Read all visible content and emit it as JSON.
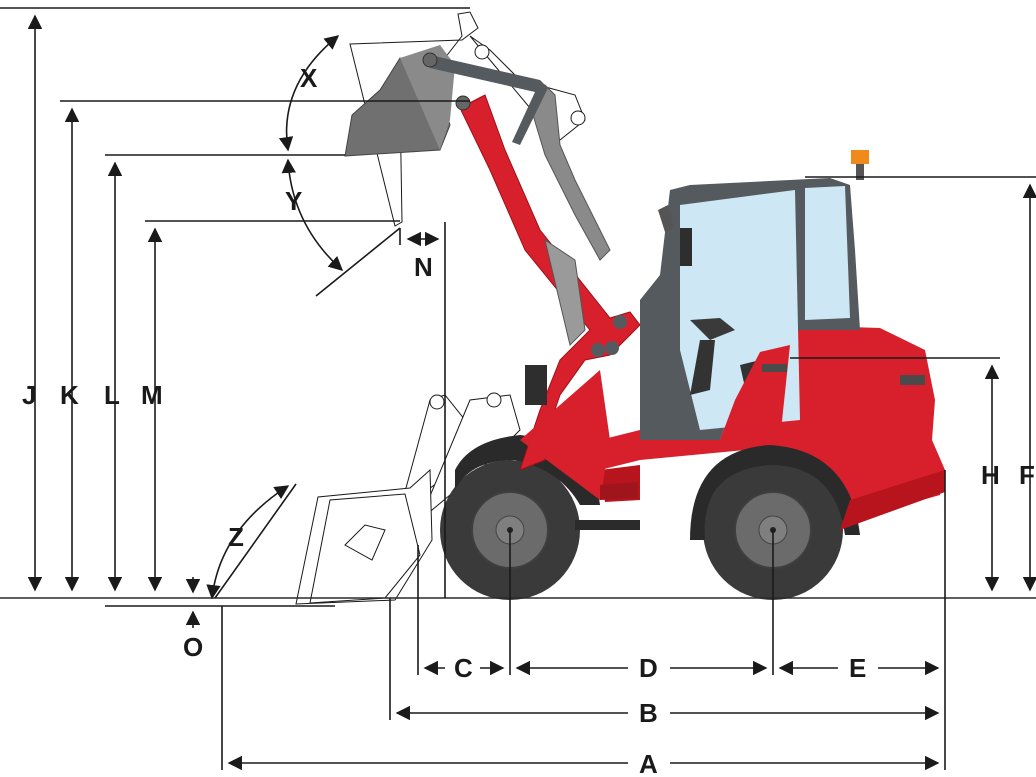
{
  "dimension_labels": {
    "A": "A",
    "B": "B",
    "C": "C",
    "D": "D",
    "E": "E",
    "F": "F",
    "H": "H",
    "J": "J",
    "K": "K",
    "L": "L",
    "M": "M",
    "N": "N",
    "O": "O",
    "X": "X",
    "Y": "Y",
    "Z": "Z"
  },
  "colors": {
    "body_red": "#d8202c",
    "body_red_dark": "#9e1016",
    "frame_gray": "#555a5e",
    "glass_blue": "#cde7f5",
    "tire_dark": "#3a3a3a",
    "rim_gray": "#6b6b6b",
    "bucket_gray": "#707070",
    "beacon_orange": "#f08a1c",
    "line_black": "#1a1a1a"
  }
}
